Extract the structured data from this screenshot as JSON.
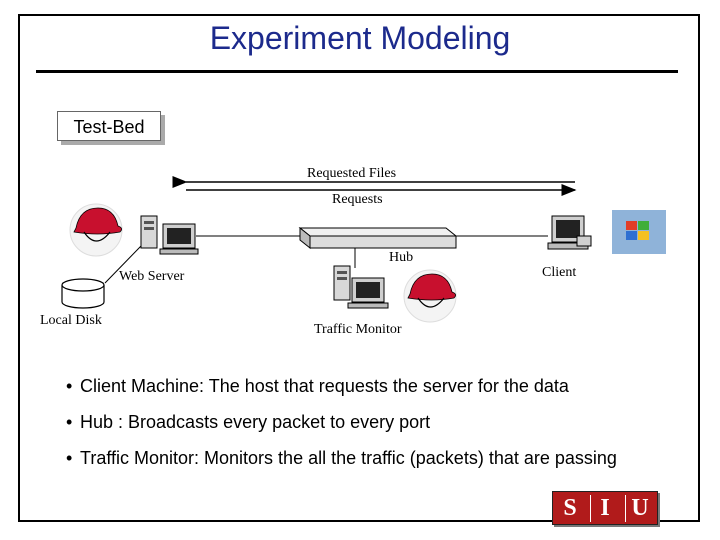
{
  "slide": {
    "title": "Experiment Modeling",
    "testbed_label": "Test-Bed"
  },
  "diagram": {
    "requested_files_label": "Requested Files",
    "requests_label": "Requests",
    "hub_label": "Hub",
    "web_server_label": "Web Server",
    "client_label": "Client",
    "local_disk_label": "Local Disk",
    "traffic_monitor_label": "Traffic Monitor"
  },
  "bullets": [
    "Client Machine: The host that requests the server for the data",
    "Hub : Broadcasts every packet to every port",
    "Traffic Monitor: Monitors the all the traffic (packets) that are passing"
  ],
  "logo": {
    "letters": [
      "S",
      "I",
      "U"
    ]
  },
  "colors": {
    "title": "#1c2a8c",
    "redhat": "#c8102e",
    "logo_bg": "#b11b1b"
  }
}
